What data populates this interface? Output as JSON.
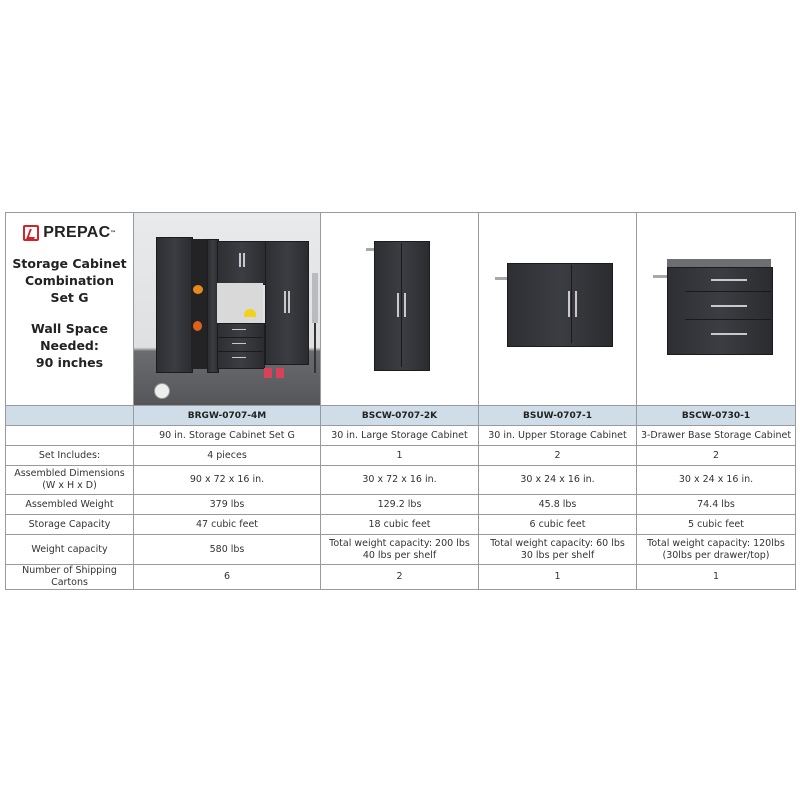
{
  "brand": {
    "logo_text": "PREPAC",
    "trademark": "™",
    "accent_color": "#d2232a",
    "icon": "prepac-logo-icon"
  },
  "product": {
    "title_lines": [
      "Storage Cabinet",
      "Combination",
      "Set G"
    ],
    "wall_space_lines": [
      "Wall Space",
      "Needed:",
      "90 inches"
    ]
  },
  "images": [
    {
      "name": "storage-set-g-photo",
      "alt": "Storage Cabinet Set G installed in garage"
    },
    {
      "name": "large-storage-cabinet-photo",
      "alt": "30 in. Large Storage Cabinet"
    },
    {
      "name": "upper-storage-cabinet-photo",
      "alt": "30 in. Upper Storage Cabinet"
    },
    {
      "name": "drawer-base-cabinet-photo",
      "alt": "3-Drawer Base Storage Cabinet"
    }
  ],
  "table": {
    "header_color": "#cfdde8",
    "columns": [
      "BRGW-0707-4M",
      "BSCW-0707-2K",
      "BSUW-0707-1",
      "BSCW-0730-1"
    ],
    "descriptions": [
      "90 in. Storage Cabinet Set G",
      "30 in. Large Storage Cabinet",
      "30 in. Upper Storage Cabinet",
      "3-Drawer Base Storage Cabinet"
    ],
    "rows": [
      {
        "label": "Set Includes:",
        "values": [
          "4 pieces",
          "1",
          "2",
          "2"
        ]
      },
      {
        "label_lines": [
          "Assembled Dimensions",
          "(W x H x D)"
        ],
        "values": [
          "90 x 72 x 16 in.",
          "30 x 72 x 16 in.",
          "30 x 24 x 16 in.",
          "30 x 24 x 16 in."
        ]
      },
      {
        "label": "Assembled Weight",
        "values": [
          "379 lbs",
          "129.2 lbs",
          "45.8 lbs",
          "74.4 lbs"
        ]
      },
      {
        "label": "Storage Capacity",
        "values": [
          "47 cubic feet",
          "18 cubic feet",
          "6 cubic feet",
          "5 cubic feet"
        ]
      },
      {
        "label": "Weight capacity",
        "values": [
          [
            "580 lbs"
          ],
          [
            "Total weight capacity: 200 lbs",
            "40 lbs per shelf"
          ],
          [
            "Total weight capacity: 60 lbs",
            "30 lbs per shelf"
          ],
          [
            "Total weight capacity: 120lbs",
            "(30lbs per drawer/top)"
          ]
        ]
      },
      {
        "label": "Number of Shipping Cartons",
        "values": [
          "6",
          "2",
          "1",
          "1"
        ]
      }
    ]
  }
}
